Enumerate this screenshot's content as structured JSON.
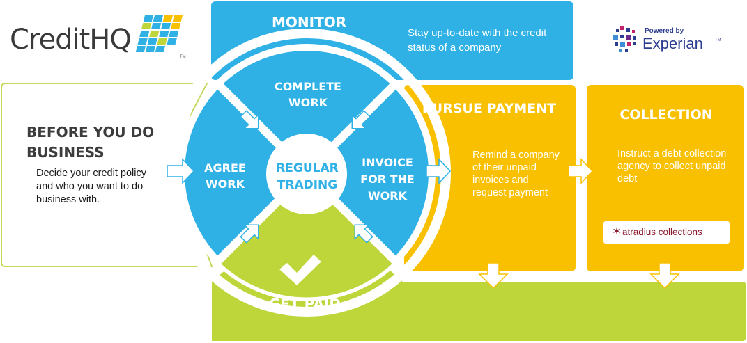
{
  "logo": {
    "text": "CreditHQ",
    "trademark": "TM"
  },
  "powered_by": {
    "label": "Powered by",
    "brand": "Experian",
    "trademark": "TM"
  },
  "monitor": {
    "title": "MONITOR",
    "description": "Stay up-to-date with the credit status of a company"
  },
  "before_business": {
    "title": "BEFORE YOU DO BUSINESS",
    "description": "Decide your credit policy and who you want to do business with."
  },
  "cycle": {
    "center": "REGULAR TRADING",
    "steps": [
      "COMPLETE WORK",
      "AGREE WORK",
      "INVOICE FOR THE WORK"
    ]
  },
  "pursue_payment": {
    "title": "PURSUE PAYMENT",
    "description": "Remind a company of their unpaid invoices and request payment"
  },
  "collection": {
    "title": "COLLECTION",
    "description": "Instruct a debt collection agency to collect unpaid debt",
    "partner": "atradius collections"
  },
  "get_paid": {
    "title": "GET PAID"
  },
  "colors": {
    "blue": "#2fb1e6",
    "yellow": "#f9c000",
    "green": "#bed63a",
    "green_border": "#c3d95d",
    "dark_text": "#3c3c3c",
    "experian_blue": "#2c3e8f",
    "atradius_red": "#8c1a2e"
  }
}
